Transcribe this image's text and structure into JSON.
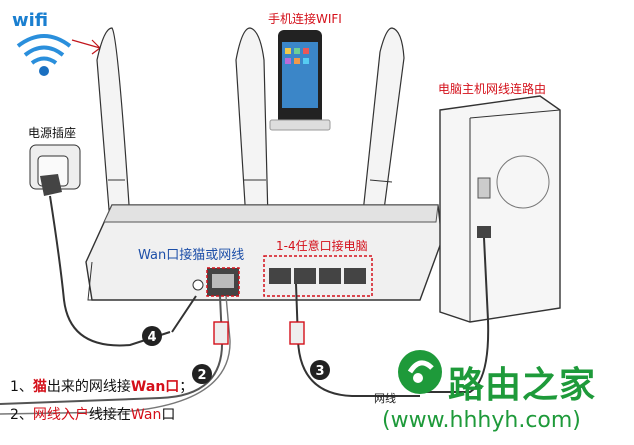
{
  "wifi_label": "wifi",
  "phone_label": "手机连接WIFI",
  "pc_label": "电脑主机网线连路由",
  "power_label": "电源插座",
  "wan_label": "Wan口接猫或网线",
  "lan_label": "1-4任意口接电脑",
  "markers": [
    "4",
    "2",
    "3"
  ],
  "cable_label": "网线",
  "notes": [
    {
      "prefix": "1、",
      "red1": "猫",
      "mid": "出来的网线接",
      "red2": "Wan口",
      "suffix": "；"
    },
    {
      "prefix": "2、",
      "red1": "网线入户",
      "mid": "线接在",
      "red2": "Wan",
      "suffix": "口"
    }
  ],
  "brand": "路由之家",
  "url": "(www.hhhyh.com)"
}
